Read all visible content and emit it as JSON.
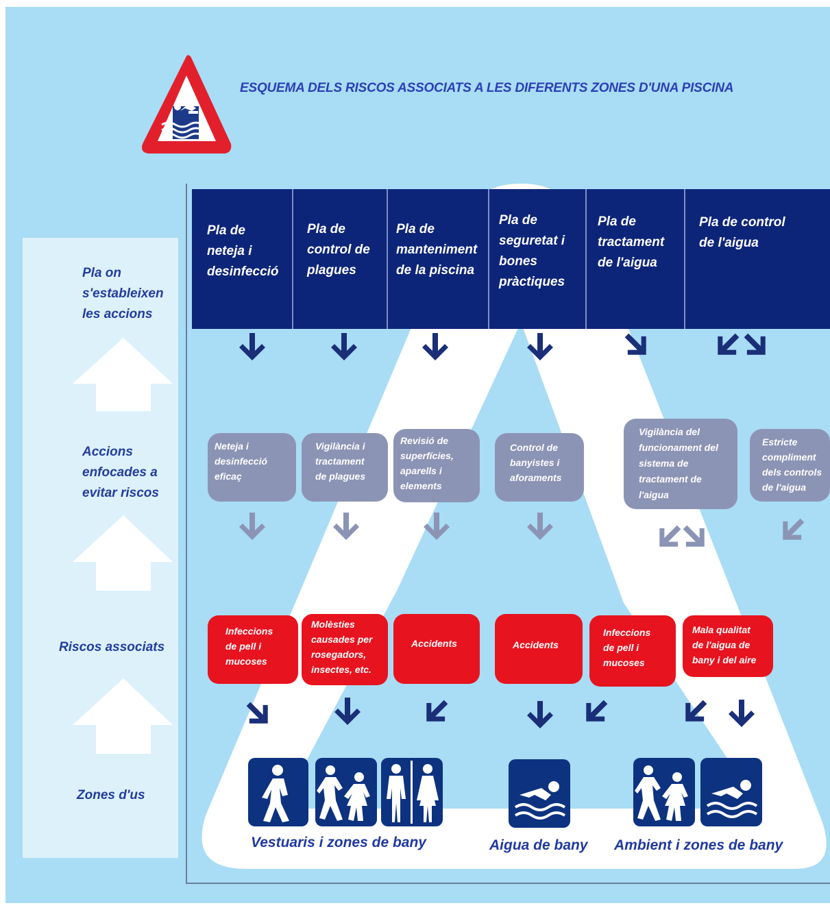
{
  "title": "ESQUEMA DELS RISCOS ASSOCIATS A LES DIFERENTS ZONES D'UNA PISCINA",
  "left_labels": [
    [
      "Pla on",
      "s'estableixen",
      "les accions"
    ],
    [
      "Accions",
      "enfocades a",
      "evitar riscos"
    ],
    [
      "Riscos associats"
    ],
    [
      "Zones d'us"
    ]
  ],
  "plans": [
    [
      "Pla de",
      "neteja i",
      "desinfecció"
    ],
    [
      "Pla de",
      "control de",
      "plagues"
    ],
    [
      "Pla de",
      "manteniment",
      "de la piscina"
    ],
    [
      "Pla de",
      "seguretat i",
      "bones",
      "pràctiques"
    ],
    [
      "Pla de",
      "tractament",
      "de l'aigua"
    ],
    [
      "Pla de control",
      "de l'aigua"
    ]
  ],
  "actions": [
    [
      "Neteja i",
      "desinfecció",
      "eficaç"
    ],
    [
      "Vigilància i",
      "tractament",
      "de plagues"
    ],
    [
      "Revisió de",
      "superfícies,",
      "aparells i",
      "elements"
    ],
    [
      "Control de",
      "banyistes i",
      "aforaments"
    ],
    [
      "Vigilància del",
      "funcionament del",
      "sistema de",
      "tractament de",
      "l'aigua"
    ],
    [
      "Estricte",
      "compliment",
      "dels controls",
      "de l'aigua"
    ]
  ],
  "risks": [
    [
      "Infeccions",
      "de pell i",
      "mucoses"
    ],
    [
      "Molèsties",
      "causades per",
      "rosegadors,",
      "insectes, etc."
    ],
    [
      "Accidents"
    ],
    [
      "Accidents"
    ],
    [
      "Infeccions",
      "de pell i",
      "mucoses"
    ],
    [
      "Mala qualitat",
      "de l'aigua de",
      "bany i del aire"
    ]
  ],
  "zones": [
    "Vestuaris i zones de bany",
    "Aigua de bany",
    "Ambient i zones de bany"
  ],
  "icons": [
    "warning-diving-icon",
    "walking-person-icon",
    "running-children-icon",
    "man-woman-restroom-icon",
    "swimmer-icon",
    "running-children-icon",
    "swimmer-icon"
  ],
  "colors": {
    "background": "#a9dcf5",
    "plan_bar": "#0d2579",
    "action_box": "#8c94b5",
    "risk_box": "#e7131f",
    "label_text": "#243d9c",
    "arrow": "#1a2f78"
  }
}
